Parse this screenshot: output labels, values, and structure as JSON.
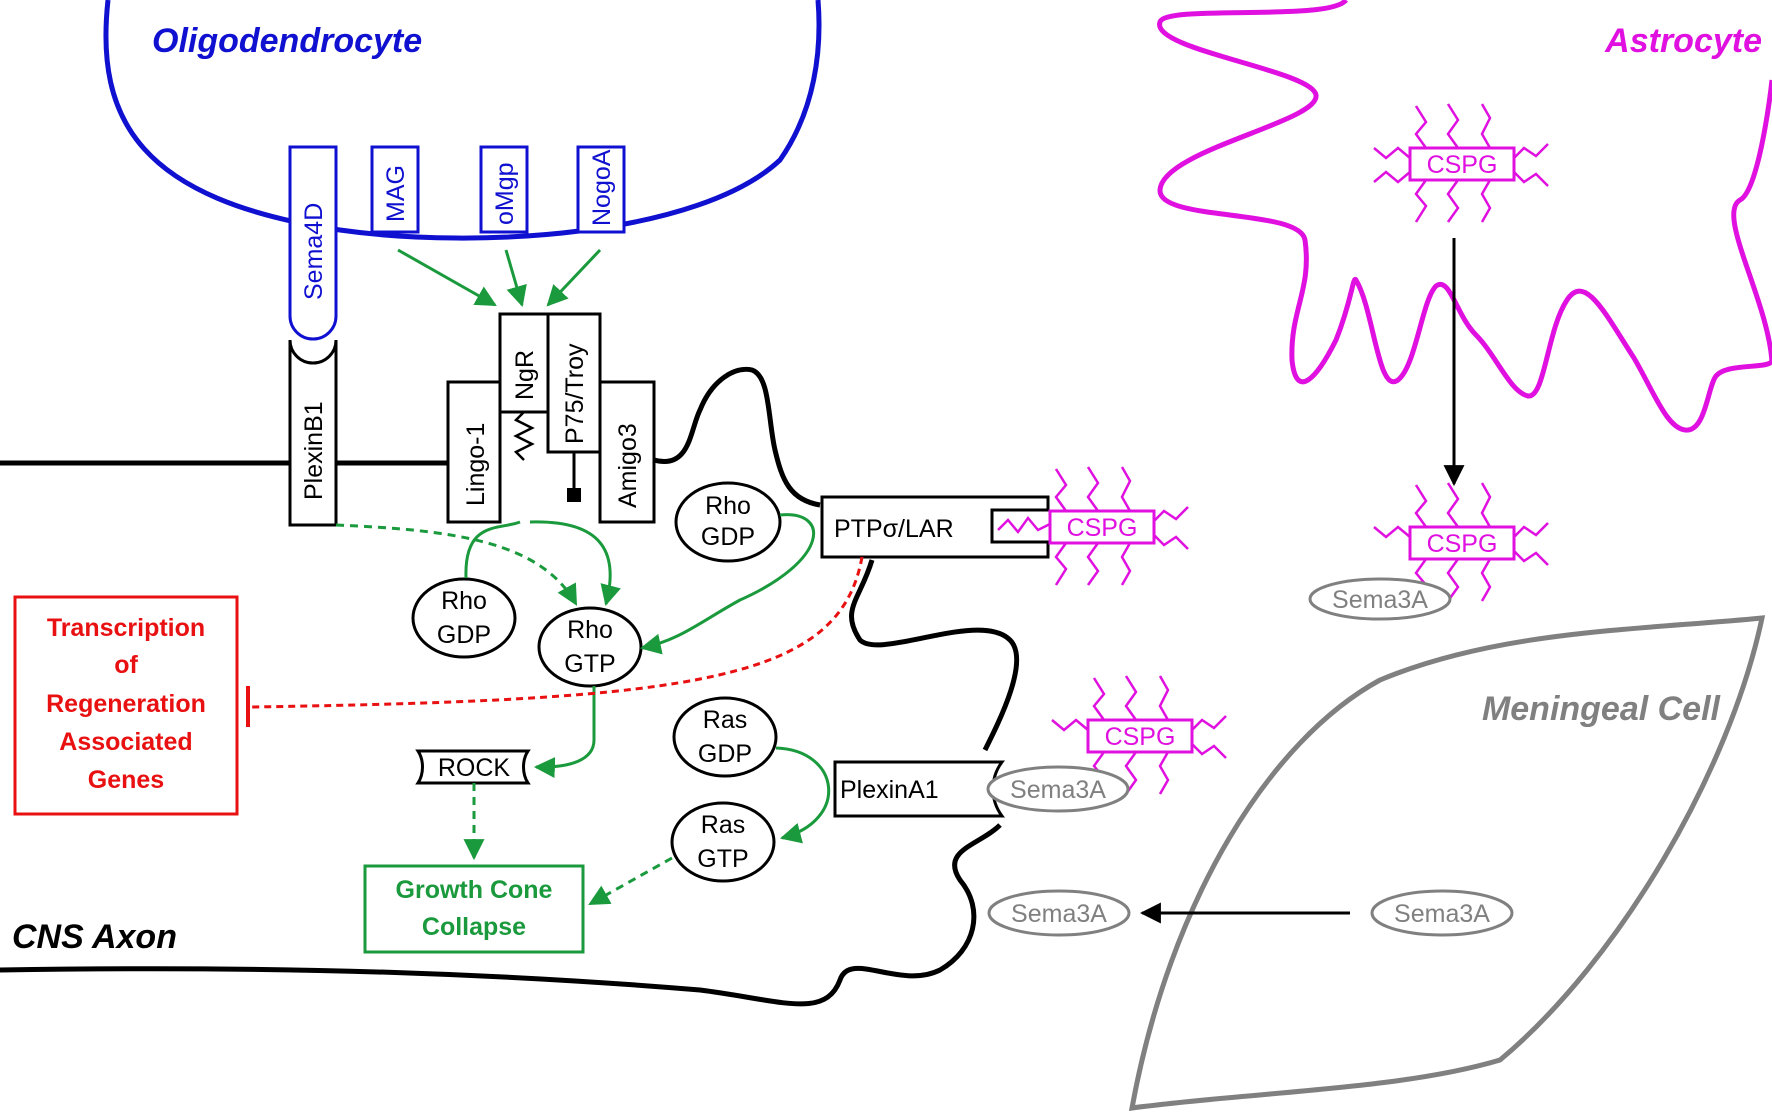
{
  "cells": {
    "oligodendrocyte": "Oligodendrocyte",
    "astrocyte": "Astrocyte",
    "meningeal": "Meningeal Cell",
    "axon": "CNS Axon"
  },
  "ligands": {
    "sema4d": "Sema4D",
    "mag": "MAG",
    "omgp": "oMgp",
    "nogoa": "NogoA"
  },
  "receptors": {
    "plexinb1": "PlexinB1",
    "lingo1": "Lingo-1",
    "ngr": "NgR",
    "p75troy": "P75/Troy",
    "amigo3": "Amigo3",
    "ptp": "PTPσ/LAR",
    "plexina1": "PlexinA1"
  },
  "signaling": {
    "rho_gdp_left": [
      "Rho",
      "GDP"
    ],
    "rho_gdp_right": [
      "Rho",
      "GDP"
    ],
    "rho_gtp": [
      "Rho",
      "GTP"
    ],
    "ras_gdp": [
      "Ras",
      "GDP"
    ],
    "ras_gtp": [
      "Ras",
      "GTP"
    ],
    "rock": "ROCK"
  },
  "cspg": {
    "astro_top": "CSPG",
    "astro_bottom": "CSPG",
    "ptp_bound": "CSPG",
    "plexin_bound": "CSPG"
  },
  "sema3a": {
    "astro": "Sema3A",
    "plexin_bound": "Sema3A",
    "free": "Sema3A",
    "meningeal": "Sema3A"
  },
  "outcomes": {
    "transcription": [
      "Transcription",
      "of",
      "Regeneration",
      "Associated",
      "Genes"
    ],
    "collapse": [
      "Growth Cone",
      "Collapse"
    ]
  },
  "colors": {
    "oligodendrocyte": "#1010d0",
    "astrocyte": "#e010e0",
    "meningeal": "#808080",
    "axon": "#000000",
    "activation": "#1a9a3c",
    "inhibition": "#e81010"
  }
}
